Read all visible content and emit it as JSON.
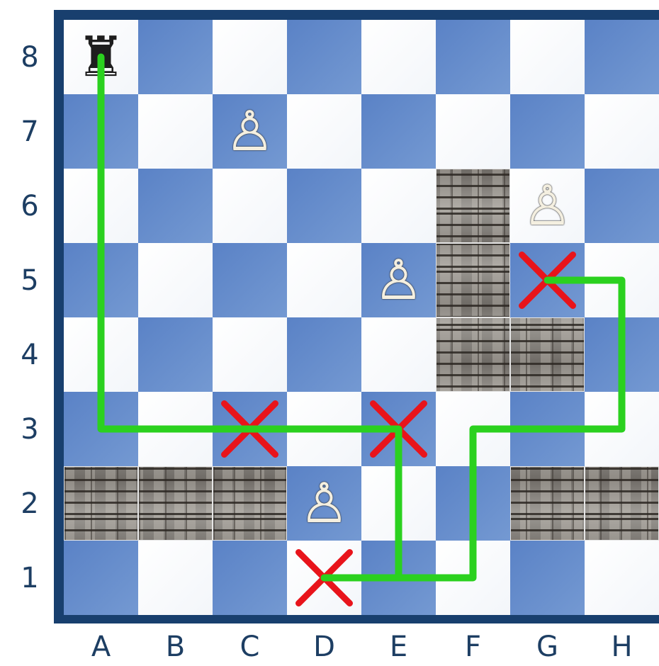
{
  "board": {
    "files": [
      "A",
      "B",
      "C",
      "D",
      "E",
      "F",
      "G",
      "H"
    ],
    "ranks": [
      "8",
      "7",
      "6",
      "5",
      "4",
      "3",
      "2",
      "1"
    ],
    "light_color": "#ffffff",
    "dark_color": "#6b8fd0",
    "frame_color": "#183f6e",
    "label_color": "#1d3e63"
  },
  "pieces": [
    {
      "square": "a8",
      "color": "black",
      "type": "rook",
      "glyph": "♜"
    },
    {
      "square": "c7",
      "color": "white",
      "type": "pawn",
      "glyph": "♙"
    },
    {
      "square": "g6",
      "color": "white",
      "type": "pawn",
      "glyph": "♙"
    },
    {
      "square": "e5",
      "color": "white",
      "type": "pawn",
      "glyph": "♙"
    },
    {
      "square": "d2",
      "color": "white",
      "type": "pawn",
      "glyph": "♙"
    }
  ],
  "walls": [
    {
      "squares": [
        "f6",
        "f5",
        "f4",
        "g4"
      ]
    },
    {
      "squares": [
        "a2",
        "b2",
        "c2"
      ]
    },
    {
      "squares": [
        "g2",
        "h2"
      ]
    }
  ],
  "cross_marks": {
    "squares": [
      "c3",
      "e3",
      "g5",
      "d1"
    ],
    "color": "#e8141b"
  },
  "rook_path": {
    "squares": [
      "a8",
      "a3",
      "e3",
      "e1",
      "d1",
      "f1",
      "f3",
      "h3",
      "h5",
      "g5"
    ],
    "color": "#2bd11f"
  }
}
